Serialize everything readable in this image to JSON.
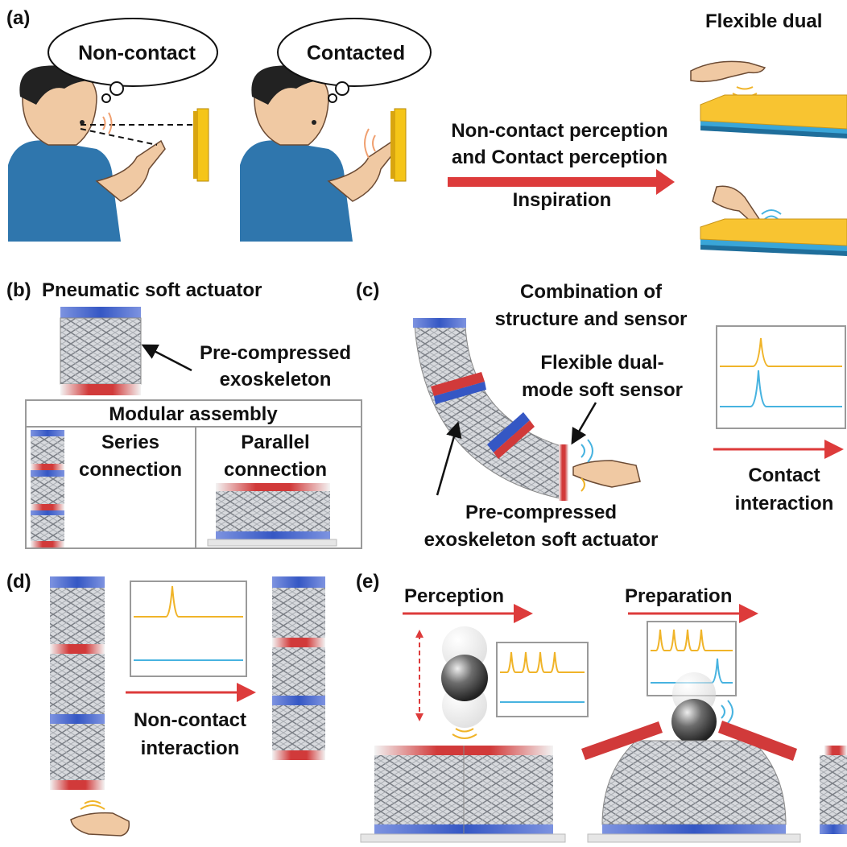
{
  "colors": {
    "skin": "#f0c9a3",
    "shirt": "#2f76ad",
    "hair": "#222222",
    "panel_yellow": "#f5c518",
    "sensor_yellow": "#f8c431",
    "sensor_blue": "#3aa6d8",
    "arrow_red": "#dd3b3b",
    "signal_yellow": "#f0b429",
    "signal_blue": "#47b3e0",
    "band_red": "#d13a3a",
    "band_blue": "#3557c4",
    "structure_gray": "#c9ccd1",
    "box_gray": "#9a9a9a",
    "ball": "#4a4a4a"
  },
  "panel_a": {
    "label": "(a)",
    "bubble_1": "Non-contact",
    "bubble_2": "Contacted",
    "title_right": "Flexible dual",
    "arrow_text_1": "Non-contact perception",
    "arrow_text_2": "and Contact perception",
    "arrow_text_3": "Inspiration"
  },
  "panel_b": {
    "label": "(b)",
    "title": "Pneumatic soft actuator",
    "callout_1": "Pre-compressed",
    "callout_2": "exoskeleton",
    "box_title": "Modular assembly",
    "series_1": "Series",
    "series_2": "connection",
    "parallel_1": "Parallel",
    "parallel_2": "connection"
  },
  "panel_c": {
    "label": "(c)",
    "title_1": "Combination of",
    "title_2": "structure and sensor",
    "sensor_1": "Flexible dual-",
    "sensor_2": "mode soft sensor",
    "actuator_1": "Pre-compressed",
    "actuator_2": "exoskeleton soft actuator",
    "interaction_1": "Contact",
    "interaction_2": "interaction"
  },
  "panel_d": {
    "label": "(d)",
    "interaction_1": "Non-contact",
    "interaction_2": "interaction"
  },
  "panel_e": {
    "label": "(e)",
    "step_1": "Perception",
    "step_2": "Preparation"
  },
  "icons": [
    "hand-icon",
    "finger-icon",
    "signal-wave-icon",
    "ball-icon",
    "thought-bubble-icon"
  ]
}
